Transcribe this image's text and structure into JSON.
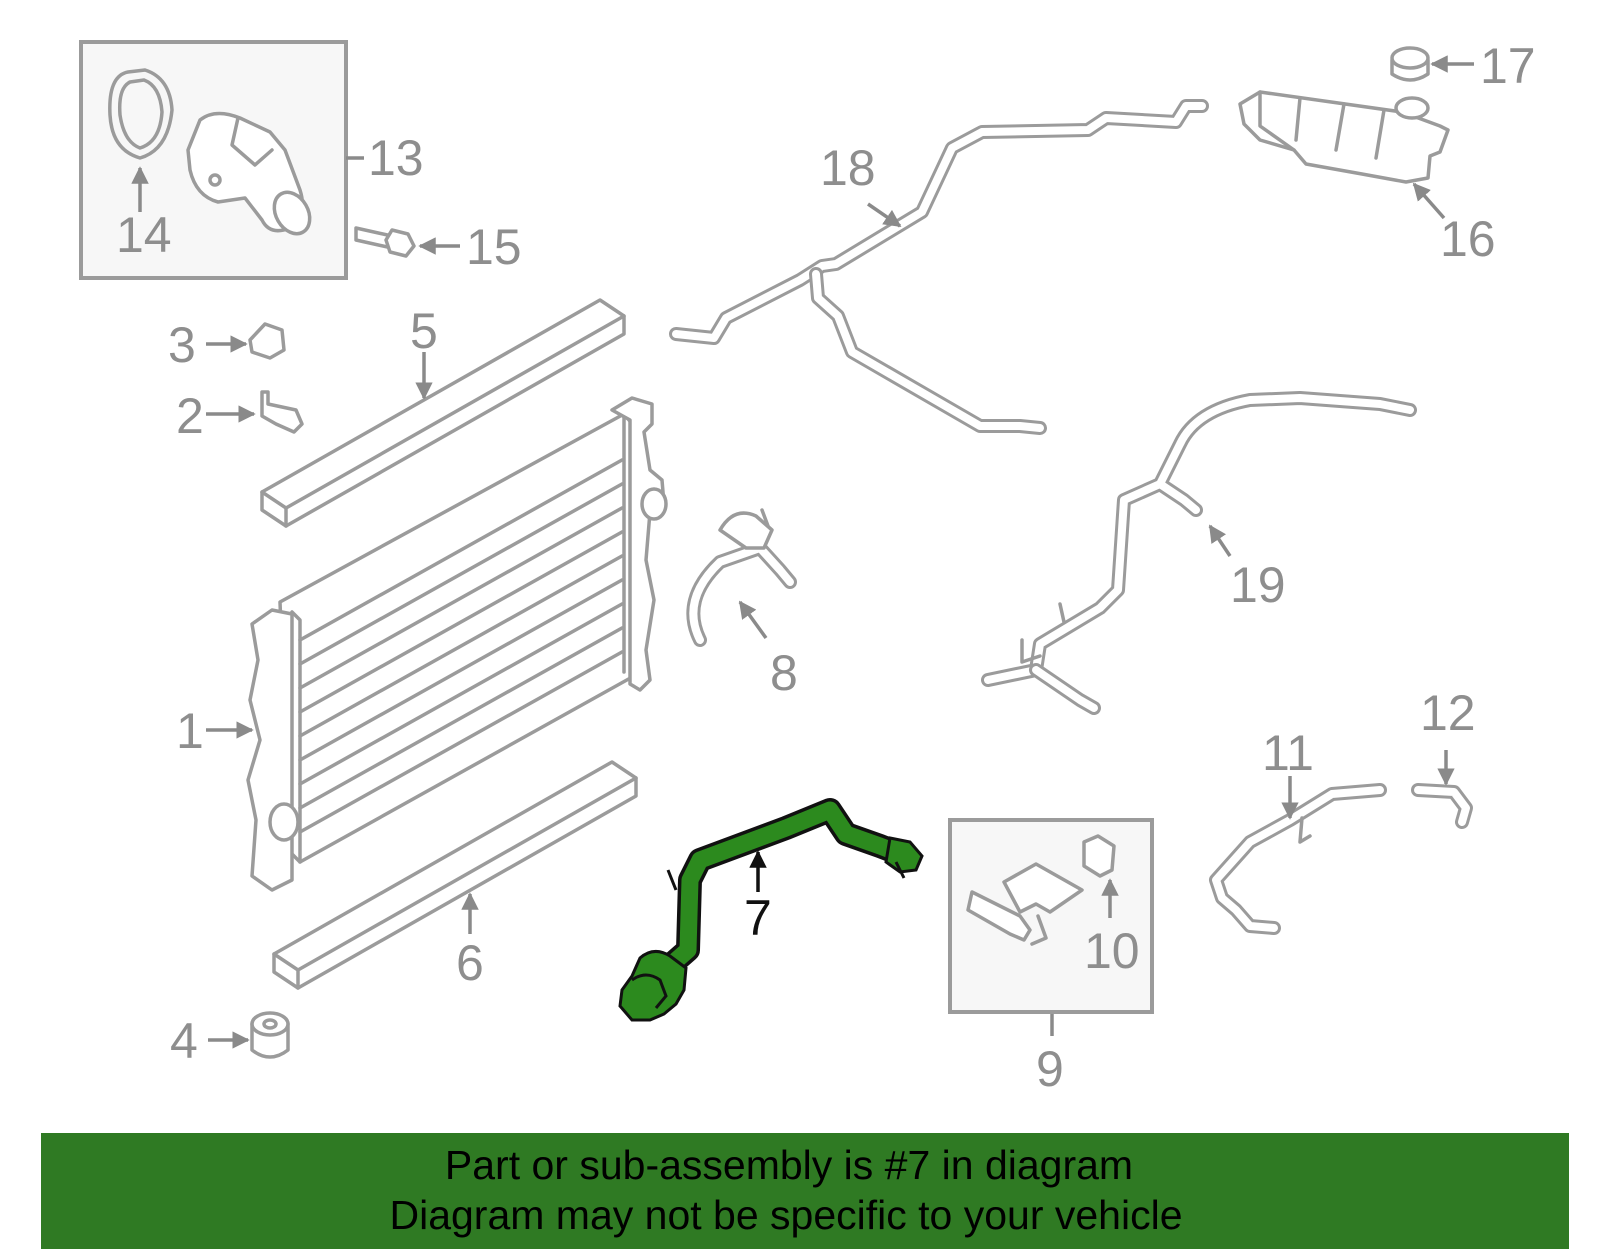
{
  "callouts": {
    "c1": "1",
    "c2": "2",
    "c3": "3",
    "c4": "4",
    "c5": "5",
    "c6": "6",
    "c7": "7",
    "c8": "8",
    "c9": "9",
    "c10": "10",
    "c11": "11",
    "c12": "12",
    "c13": "13",
    "c14": "14",
    "c15": "15",
    "c16": "16",
    "c17": "17",
    "c18": "18",
    "c19": "19"
  },
  "highlighted_part": "7",
  "colors": {
    "highlight_part": "#2c8a1e",
    "banner_background": "#2f7a23",
    "line_art": "#9b9b9b"
  },
  "banner": {
    "line1": "Part or sub-assembly is #7 in diagram",
    "line2": "Diagram may not be specific to your vehicle"
  }
}
